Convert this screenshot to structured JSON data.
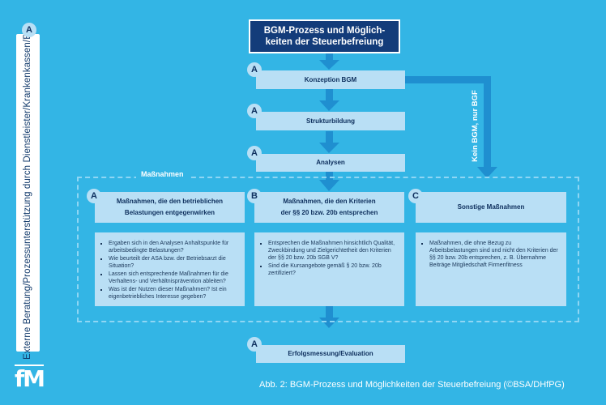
{
  "sidebar": {
    "badge": "A",
    "text": "Externe Beratung/Prozessunterstützung durch Dienstleister/Krankenkassen/BG"
  },
  "title": "BGM-Prozess und Möglich- keiten der Steuerbefreiung",
  "steps": {
    "konzeption": {
      "badge": "A",
      "label": "Konzeption BGM"
    },
    "struktur": {
      "badge": "A",
      "label": "Strukturbildung"
    },
    "analysen": {
      "badge": "A",
      "label": "Analysen"
    },
    "evaluation": {
      "badge": "A",
      "label": "Erfolgsmessung/Evaluation"
    }
  },
  "bypass_label": "Kein BGM, nur BGF",
  "massnahmen": {
    "label": "Maßnahmen",
    "a": {
      "badge": "A",
      "line1": "Maßnahmen, die den betrieblichen",
      "line2": "Belastungen entgegenwirken",
      "bullets": [
        "Ergaben sich in den Analysen Anhaltspunkte für arbeitsbedingte Belastungen?",
        "Wie beurteilt der ASA bzw. der Betriebsarzt die Situation?",
        "Lassen sich entsprechende Maßnahmen für die Verhaltens- und Verhältnisprävention ableiten?",
        "Was ist der Nutzen dieser Maßnahmen? Ist ein eigenbetriebliches Interesse gegeben?"
      ]
    },
    "b": {
      "badge": "B",
      "line1": "Maßnahmen, die den Kriterien",
      "line2": "der §§ 20 bzw. 20b entsprechen",
      "bullets": [
        "Entsprechen die Maßnahmen hinsichtlich Qualität, Zweckbindung und Zielgerichtetheit den Kriterien der §§ 20 bzw. 20b SGB V?",
        "Sind die Kursangebote gemäß § 20 bzw. 20b zertifiziert?"
      ]
    },
    "c": {
      "badge": "C",
      "label": "Sonstige Maßnahmen",
      "bullets": [
        "Maßnahmen, die ohne Bezug zu Arbeitsbelastungen sind und nicht den Kriterien der §§ 20 bzw. 20b entsprechen, z. B. Übernahme Beiträge Mitgliedschaft Firmenfitness"
      ]
    }
  },
  "caption": "Abb. 2: BGM-Prozess und Möglichkeiten der Steuerbefreiung (©BSA/DHfPG)",
  "logo": "fM",
  "colors": {
    "background": "#33b5e5",
    "box": "#b9dff5",
    "title_box": "#133c7a",
    "arrow": "#1f8fd0"
  }
}
